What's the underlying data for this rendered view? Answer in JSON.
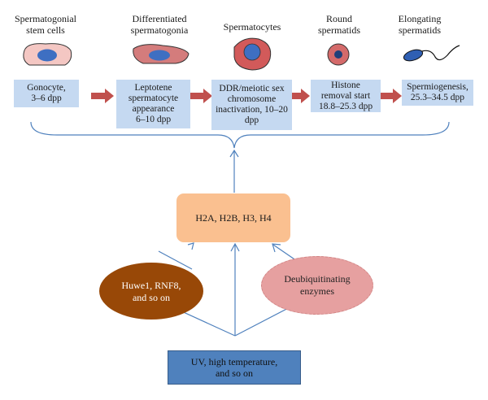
{
  "cells": [
    {
      "label_line1": "Spermatogonial",
      "label_line2": "stem cells"
    },
    {
      "label_line1": "Differentiated",
      "label_line2": "spermatogonia"
    },
    {
      "label_line1": "Spermatocytes",
      "label_line2": ""
    },
    {
      "label_line1": "Round",
      "label_line2": "spermatids"
    },
    {
      "label_line1": "Elongating",
      "label_line2": "spermatids"
    }
  ],
  "stages": [
    {
      "line1": "Gonocyte,",
      "line2": "3–6 dpp",
      "line3": "",
      "line4": ""
    },
    {
      "line1": "Leptotene",
      "line2": "spermatocyte",
      "line3": "appearance",
      "line4": "6–10 dpp"
    },
    {
      "line1": "DDR/meiotic sex",
      "line2": "chromosome",
      "line3": "inactivation, 10–20",
      "line4": "dpp"
    },
    {
      "line1": "Histone",
      "line2": "removal start",
      "line3": "18.8–25.3 dpp",
      "line4": ""
    },
    {
      "line1": "Spermiogenesis,",
      "line2": "25.3–34.5 dpp",
      "line3": "",
      "line4": ""
    }
  ],
  "histones": {
    "label": "H2A, H2B, H3, H4"
  },
  "ligases": {
    "line1": "Huwe1, RNF8,",
    "line2": "and so on"
  },
  "deubiquitinating": {
    "line1": "Deubiquitinating",
    "line2": "enzymes"
  },
  "stress": {
    "line1": "UV, high temperature,",
    "line2": "and so on"
  },
  "colors": {
    "stage_box": "#c5d9f1",
    "stage_arrow": "#c0504d",
    "connector": "#4f81bd",
    "histone_box": "#fac090",
    "ligase_ellipse": "#984807",
    "deub_ellipse": "#e6a0a0",
    "stress_box": "#4f81bd"
  }
}
